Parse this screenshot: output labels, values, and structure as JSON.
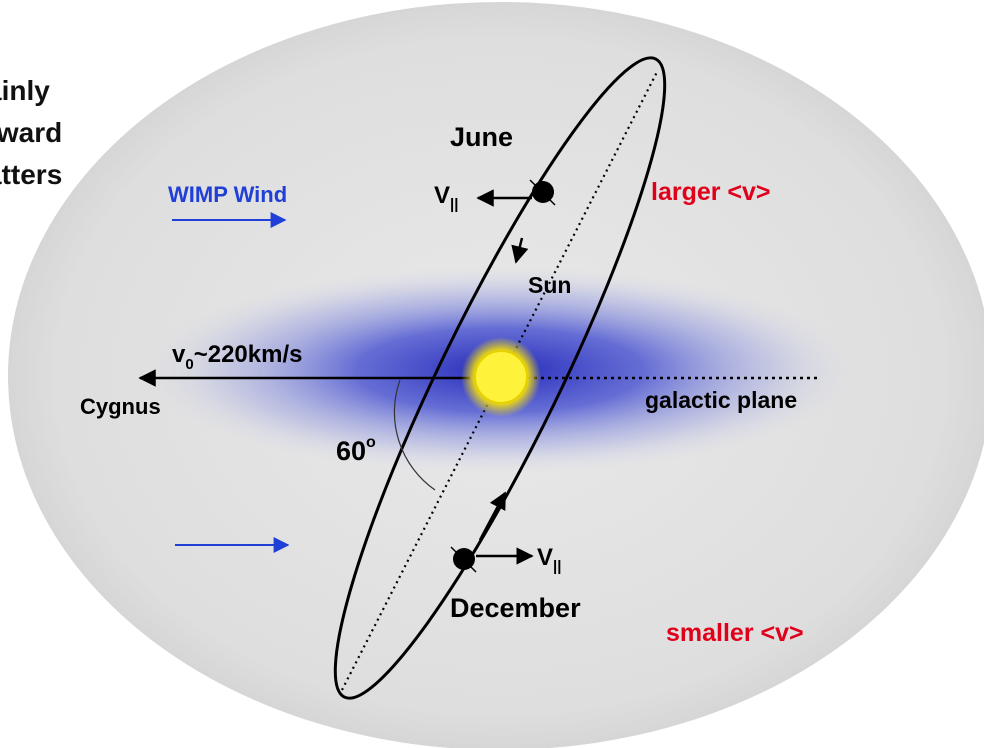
{
  "side_note": [
    "ainly",
    "rward",
    "atters"
  ],
  "labels": {
    "wimp_wind": "WIMP Wind",
    "june": "June",
    "december": "December",
    "sun": "Sun",
    "v_parallel_top": "V",
    "v_parallel_bottom": "V",
    "v_sub": "||",
    "v0_main": "v",
    "v0_sub": "0",
    "v0_rest": "~220km/s",
    "cygnus": "Cygnus",
    "galactic_plane": "galactic plane",
    "angle": "60",
    "angle_unit": "o",
    "larger_v": "larger <v>",
    "smaller_v": "smaller <v>"
  },
  "colors": {
    "wimp_blue": "#1f3fd6",
    "highlight_red": "#e0001a",
    "halo_blue": "#2a35c8",
    "sun_yellow": "#fff23a",
    "background_gray": "#e3e3e3"
  }
}
